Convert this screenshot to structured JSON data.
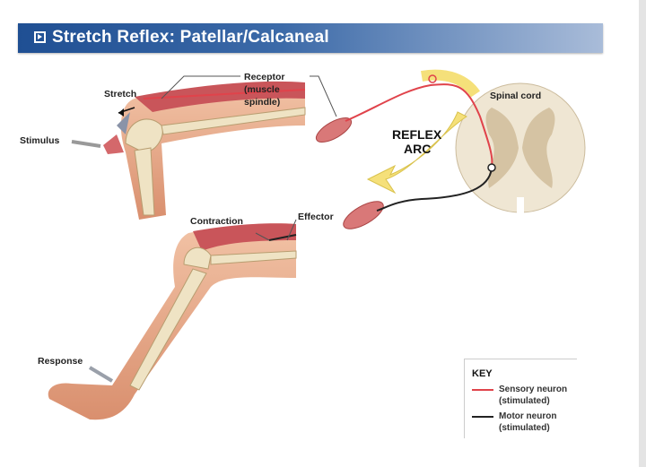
{
  "header": {
    "title": "Stretch Reflex: Patellar/Calcaneal",
    "icon": "play-box-icon"
  },
  "labels": {
    "stretch": "Stretch",
    "stimulus": "Stimulus",
    "receptor_1": "Receptor",
    "receptor_2": "(muscle",
    "receptor_3": "spindle)",
    "spinal_cord": "Spinal cord",
    "reflex": "REFLEX",
    "arc": "ARC",
    "contraction": "Contraction",
    "effector": "Effector",
    "response": "Response"
  },
  "key": {
    "title": "KEY",
    "items": [
      {
        "label_1": "Sensory neuron",
        "label_2": "(stimulated)",
        "color": "#e0434b"
      },
      {
        "label_1": "Motor neuron",
        "label_2": "(stimulated)",
        "color": "#222222"
      }
    ]
  },
  "colors": {
    "sensory": "#e0434b",
    "motor": "#222222",
    "title_bar": "#1f4f93",
    "skin": "#e7a887",
    "muscle": "#c9555a",
    "bone": "#efe3c4",
    "arc": "#f5e07a"
  }
}
